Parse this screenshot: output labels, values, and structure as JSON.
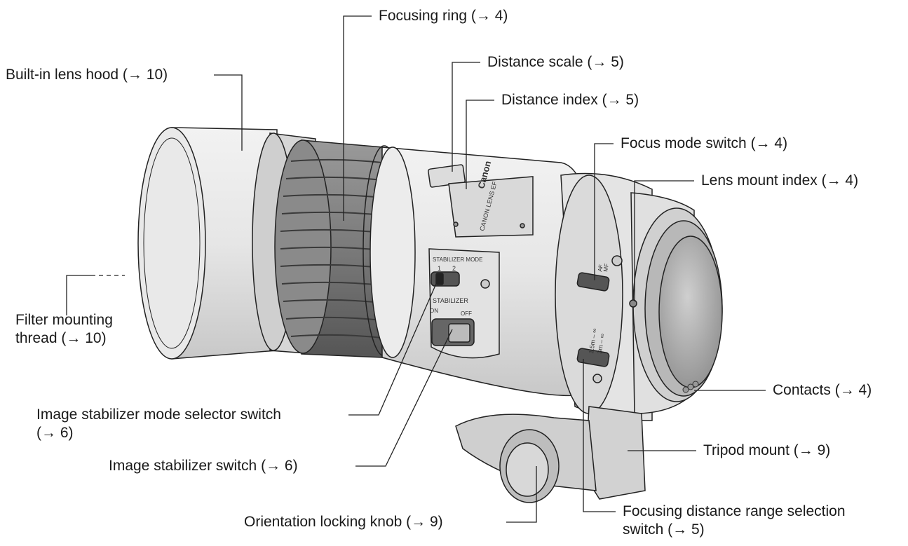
{
  "lens_markings": {
    "brand": "Canon",
    "model": "CANON LENS EF",
    "stabilizer_mode_title": "STABILIZER MODE",
    "mode_1": "1",
    "mode_2": "2",
    "stabilizer_title": "STABILIZER",
    "stab_on": "ON",
    "stab_off": "OFF",
    "af": "AF",
    "mf": "MF",
    "range_1": "1.5m – ∞",
    "range_2": "3m – ∞"
  },
  "callouts": [
    {
      "id": "focusing-ring",
      "lines": [
        "Focusing ring (→ 4)"
      ]
    },
    {
      "id": "built-in-lens-hood",
      "lines": [
        "Built-in lens hood (→ 10)"
      ]
    },
    {
      "id": "distance-scale",
      "lines": [
        "Distance scale (→ 5)"
      ]
    },
    {
      "id": "distance-index",
      "lines": [
        "Distance index (→ 5)"
      ]
    },
    {
      "id": "focus-mode-switch",
      "lines": [
        "Focus mode switch (→ 4)"
      ]
    },
    {
      "id": "lens-mount-index",
      "lines": [
        "Lens mount index (→ 4)"
      ]
    },
    {
      "id": "filter-mounting-thread",
      "lines": [
        "Filter mounting",
        "thread (→ 10)"
      ]
    },
    {
      "id": "contacts",
      "lines": [
        "Contacts (→ 4)"
      ]
    },
    {
      "id": "image-stabilizer-mode-selector-switch",
      "lines": [
        "Image stabilizer mode selector switch",
        "(→ 6)"
      ]
    },
    {
      "id": "tripod-mount",
      "lines": [
        "Tripod mount (→ 9)"
      ]
    },
    {
      "id": "image-stabilizer-switch",
      "lines": [
        "Image stabilizer switch (→ 6)"
      ]
    },
    {
      "id": "focusing-distance-range-selection-switch",
      "lines": [
        "Focusing distance range selection",
        "switch (→ 5)"
      ]
    },
    {
      "id": "orientation-locking-knob",
      "lines": [
        "Orientation locking knob (→ 9)"
      ]
    }
  ]
}
